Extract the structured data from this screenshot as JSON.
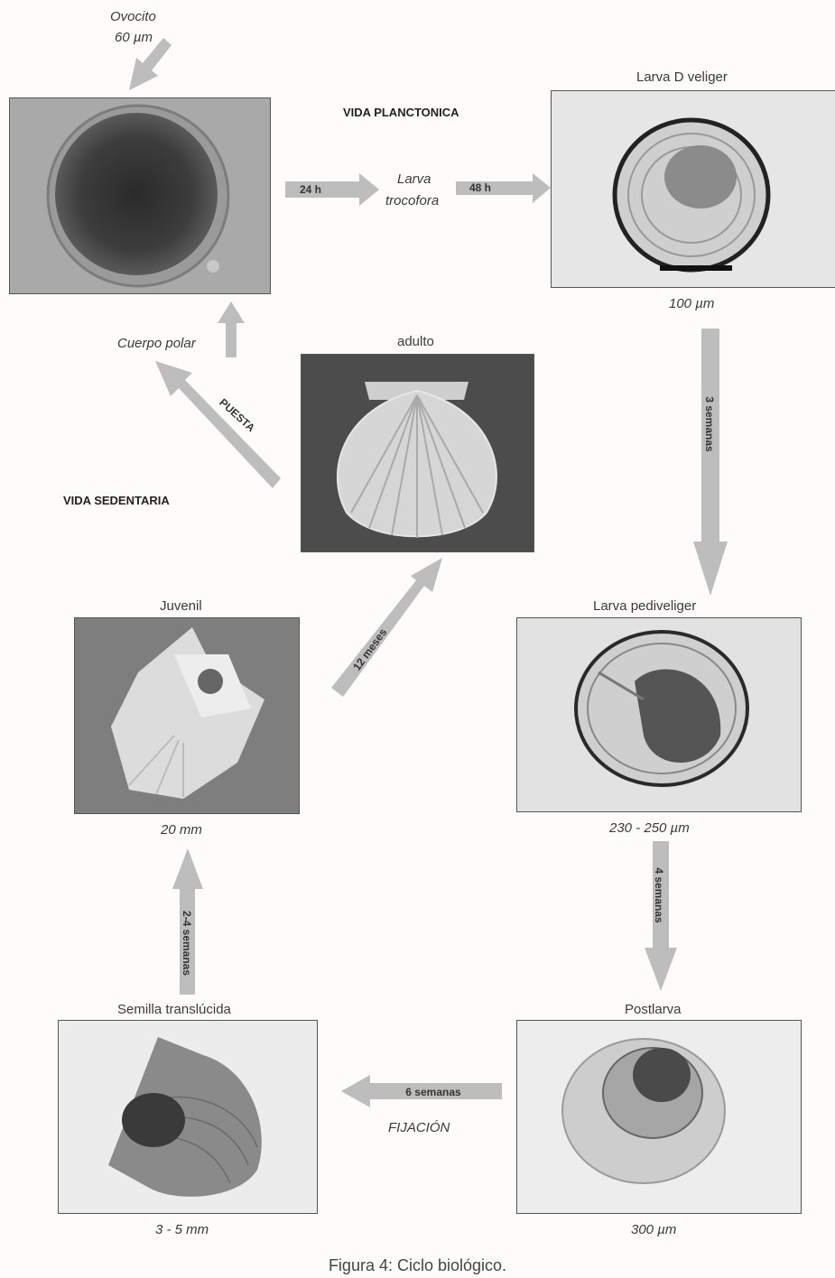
{
  "labels": {
    "ovocito_name": "Ovocito",
    "ovocito_size": "60 µm",
    "vida_planctonica": "VIDA PLANCTONICA",
    "larva_d_veliger": "Larva D veliger",
    "larva_trocofora_1": "Larva",
    "larva_trocofora_2": "trocofora",
    "larva_d_size": "100 µm",
    "cuerpo_polar": "Cuerpo polar",
    "adulto": "adulto",
    "vida_sedentaria": "VIDA SEDENTARIA",
    "juvenil": "Juvenil",
    "larva_pediveliger": "Larva pediveliger",
    "juvenil_size": "20 mm",
    "pediveliger_size": "230 - 250 µm",
    "semilla": "Semilla translúcida",
    "postlarva": "Postlarva",
    "fijacion": "FIJACIÓN",
    "semilla_size": "3 - 5 mm",
    "postlarva_size": "300 µm"
  },
  "arrows": {
    "h24": "24 h",
    "h48": "48 h",
    "sem3": "3 semanas",
    "puesta": "PUESTA",
    "meses12": "12 meses",
    "sem4": "4 semanas",
    "sem2_4": "2-4 semanas",
    "sem6": "6 semanas"
  },
  "caption": "Figura 4: Ciclo biológico.",
  "colors": {
    "arrow": "#bdbdbd",
    "frame": "#555555"
  }
}
